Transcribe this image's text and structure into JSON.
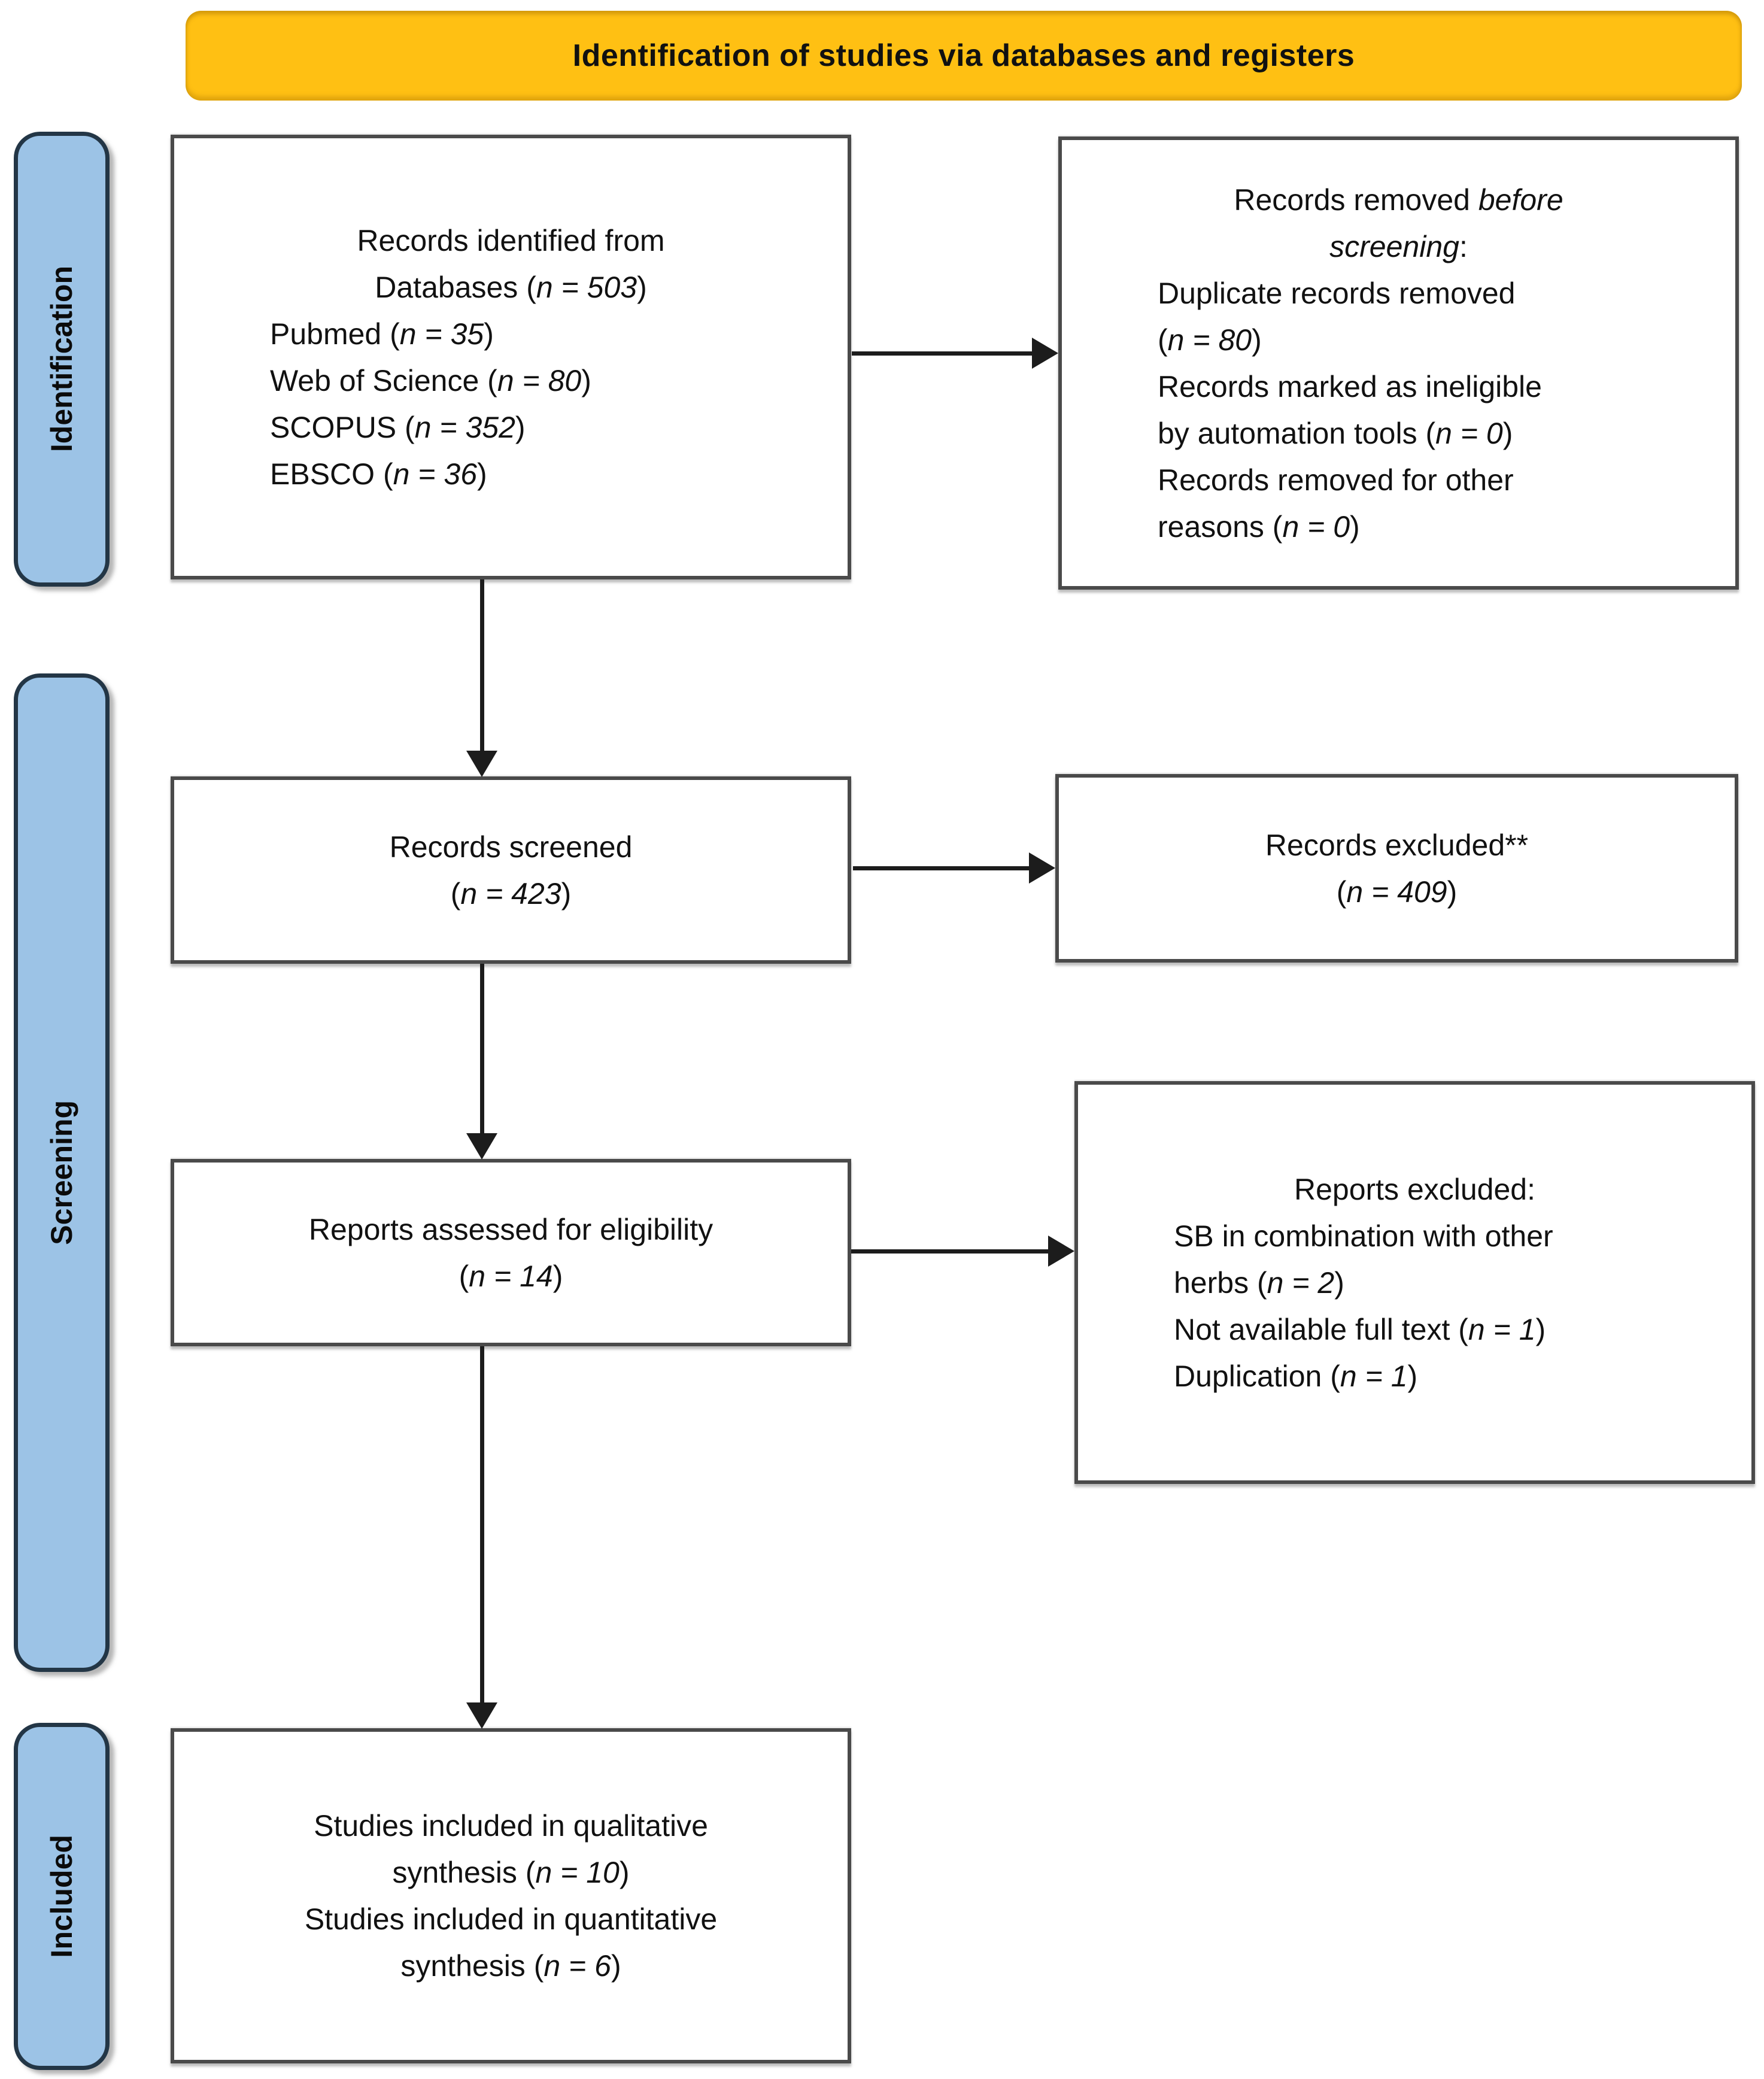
{
  "title": "Identification of studies via databases and registers",
  "stages": [
    {
      "id": "identification",
      "label": "Identification"
    },
    {
      "id": "screening",
      "label": "Screening"
    },
    {
      "id": "included",
      "label": "Included"
    }
  ],
  "boxes": {
    "identified": {
      "name": "Records identified",
      "lines": [
        {
          "t": "Records identified from",
          "c": true
        },
        {
          "t": "Databases (*n = 503*)",
          "c": true
        },
        {
          "t": "Pubmed (*n = 35*)"
        },
        {
          "t": "Web of Science (*n = 80*)"
        },
        {
          "t": "SCOPUS (*n = 352*)"
        },
        {
          "t": "EBSCO (*n = 36*)"
        }
      ]
    },
    "removed_before_screening": {
      "name": "Records removed before screening",
      "lines": [
        {
          "t": "Records removed *before*",
          "c": true
        },
        {
          "t": "*screening*:",
          "c": true
        },
        {
          "t": "Duplicate records removed"
        },
        {
          "t": "(*n = 80*)"
        },
        {
          "t": "Records marked as ineligible"
        },
        {
          "t": "by automation tools (*n = 0*)"
        },
        {
          "t": "Records removed for other"
        },
        {
          "t": "reasons (*n = 0*)"
        }
      ]
    },
    "screened": {
      "name": "Records screened",
      "lines": [
        {
          "t": "Records screened",
          "c": true
        },
        {
          "t": "(*n = 423*)",
          "c": true
        }
      ]
    },
    "records_excluded": {
      "name": "Records excluded",
      "lines": [
        {
          "t": "Records excluded**",
          "c": true
        },
        {
          "t": "(*n = 409*)",
          "c": true
        }
      ]
    },
    "assessed": {
      "name": "Reports assessed for eligibility",
      "lines": [
        {
          "t": "Reports assessed for eligibility",
          "c": true
        },
        {
          "t": "(*n = 14*)",
          "c": true
        }
      ]
    },
    "reports_excluded": {
      "name": "Reports excluded",
      "lines": [
        {
          "t": "Reports excluded:",
          "c": true
        },
        {
          "t": "SB in combination with other"
        },
        {
          "t": "herbs (*n = 2*)"
        },
        {
          "t": "Not available full text (*n = 1*)"
        },
        {
          "t": "Duplication (*n = 1*)"
        }
      ]
    },
    "included_studies": {
      "name": "Studies included",
      "lines": [
        {
          "t": "Studies included in qualitative",
          "c": true
        },
        {
          "t": "synthesis (*n = 10*)",
          "c": true
        },
        {
          "t": "Studies included in quantitative",
          "c": true
        },
        {
          "t": "synthesis (*n = 6*)",
          "c": true
        }
      ]
    }
  },
  "colors": {
    "banner_bg": "#FFC013",
    "banner_text": "#111111",
    "stage_fill": "#9CC3E6",
    "stage_border": "#233646",
    "box_bg": "#FFFFFF",
    "box_border": "#4A4A4A",
    "arrow": "#1C1C1C",
    "text": "#111111"
  }
}
